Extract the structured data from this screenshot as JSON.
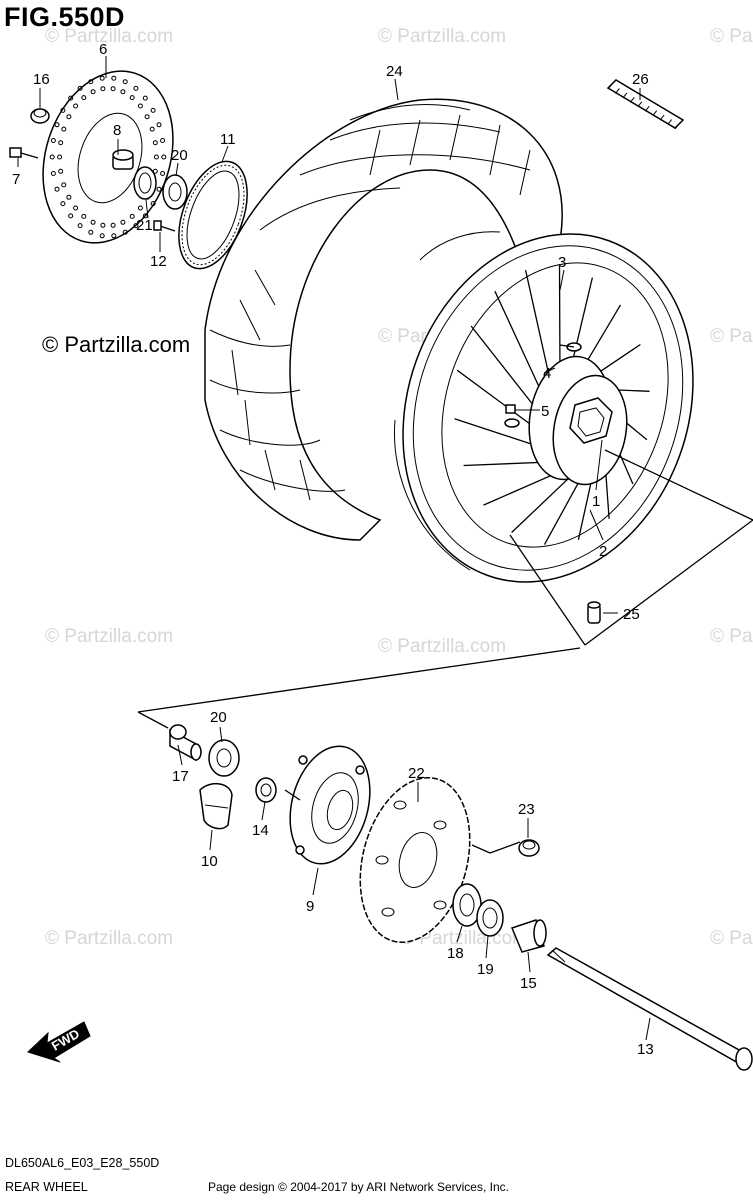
{
  "figure": {
    "title": "FIG.550D",
    "code": "DL650AL6_E03_E28_550D",
    "name": "REAR WHEEL",
    "copyright": "Page design © 2004-2017 by ARI Network Services, Inc."
  },
  "watermark": {
    "main": "© Partzilla.com",
    "faint": "© Partzilla.com"
  },
  "direction_label": "FWD",
  "callouts": {
    "c1": "1",
    "c2": "2",
    "c3": "3",
    "c4": "4",
    "c5": "5",
    "c6": "6",
    "c7": "7",
    "c8": "8",
    "c9": "9",
    "c10": "10",
    "c11": "11",
    "c12": "12",
    "c13": "13",
    "c14": "14",
    "c15": "15",
    "c16": "16",
    "c17": "17",
    "c18": "18",
    "c19": "19",
    "c20a": "20",
    "c20b": "20",
    "c21": "21",
    "c22": "22",
    "c23": "23",
    "c24": "24",
    "c25": "25",
    "c26": "26"
  }
}
